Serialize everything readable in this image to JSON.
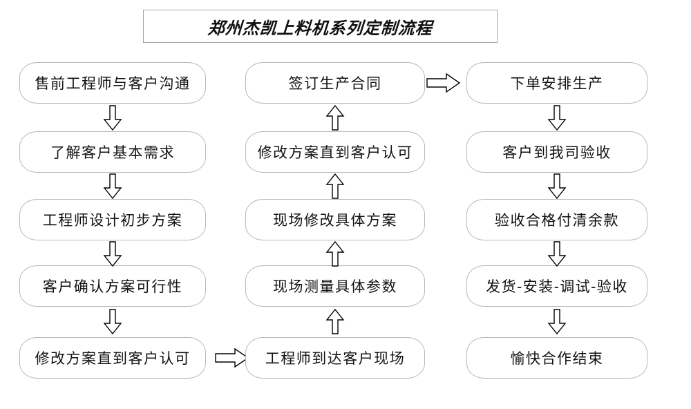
{
  "diagram": {
    "title": "郑州杰凯上料机系列定制流程",
    "type": "flowchart",
    "columns": [
      {
        "id": "column-1",
        "direction": "top-to-bottom",
        "nodes": [
          {
            "id": "n1",
            "label": "售前工程师与客户沟通"
          },
          {
            "id": "n2",
            "label": "了解客户基本需求"
          },
          {
            "id": "n3",
            "label": "工程师设计初步方案"
          },
          {
            "id": "n4",
            "label": "客户确认方案可行性"
          },
          {
            "id": "n5",
            "label": "修改方案直到客户认可"
          }
        ]
      },
      {
        "id": "column-2",
        "direction": "bottom-to-top",
        "nodes": [
          {
            "id": "n6",
            "label": "签订生产合同"
          },
          {
            "id": "n7",
            "label": "修改方案直到客户认可"
          },
          {
            "id": "n8",
            "label": "现场修改具体方案"
          },
          {
            "id": "n9",
            "label": "现场测量具体参数"
          },
          {
            "id": "n10",
            "label": "工程师到达客户现场"
          }
        ]
      },
      {
        "id": "column-3",
        "direction": "top-to-bottom",
        "nodes": [
          {
            "id": "n11",
            "label": "下单安排生产"
          },
          {
            "id": "n12",
            "label": "客户到我司验收"
          },
          {
            "id": "n13",
            "label": "验收合格付清余款"
          },
          {
            "id": "n14",
            "label": "发货-安装-调试-验收"
          },
          {
            "id": "n15",
            "label": "愉快合作结束"
          }
        ]
      }
    ],
    "connectors": [
      {
        "id": "c1",
        "from": "n1",
        "to": "n2",
        "direction": "down"
      },
      {
        "id": "c2",
        "from": "n2",
        "to": "n3",
        "direction": "down"
      },
      {
        "id": "c3",
        "from": "n3",
        "to": "n4",
        "direction": "down"
      },
      {
        "id": "c4",
        "from": "n4",
        "to": "n5",
        "direction": "down"
      },
      {
        "id": "c5",
        "from": "n5",
        "to": "n10",
        "direction": "right"
      },
      {
        "id": "c6",
        "from": "n10",
        "to": "n9",
        "direction": "up"
      },
      {
        "id": "c7",
        "from": "n9",
        "to": "n8",
        "direction": "up"
      },
      {
        "id": "c8",
        "from": "n8",
        "to": "n7",
        "direction": "up"
      },
      {
        "id": "c9",
        "from": "n7",
        "to": "n6",
        "direction": "up"
      },
      {
        "id": "c10",
        "from": "n6",
        "to": "n11",
        "direction": "right"
      },
      {
        "id": "c11",
        "from": "n11",
        "to": "n12",
        "direction": "down"
      },
      {
        "id": "c12",
        "from": "n12",
        "to": "n13",
        "direction": "down"
      },
      {
        "id": "c13",
        "from": "n13",
        "to": "n14",
        "direction": "down"
      },
      {
        "id": "c14",
        "from": "n14",
        "to": "n15",
        "direction": "down"
      }
    ],
    "colors": {
      "background": "#ffffff",
      "node_border": "#b8b8b8",
      "node_fill": "#ffffff",
      "text": "#121212",
      "title_border": "#a6a6a6",
      "arrow_stroke": "#000000",
      "arrow_fill": "#ffffff"
    }
  }
}
